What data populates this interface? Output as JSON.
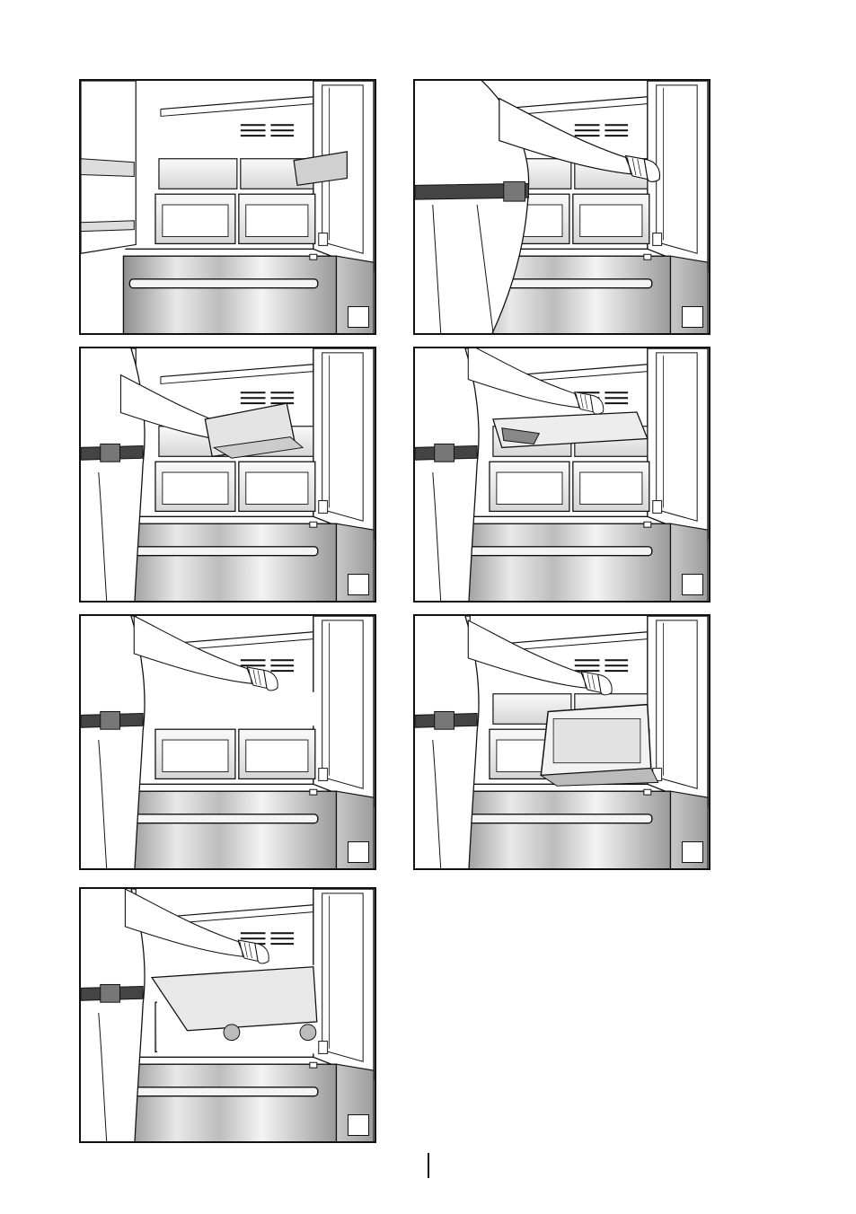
{
  "document": {
    "panels": [
      {
        "id": "panel-1",
        "step_label": ""
      },
      {
        "id": "panel-2",
        "step_label": ""
      },
      {
        "id": "panel-3",
        "step_label": ""
      },
      {
        "id": "panel-4",
        "step_label": ""
      },
      {
        "id": "panel-5",
        "step_label": ""
      },
      {
        "id": "panel-6",
        "step_label": ""
      },
      {
        "id": "panel-7",
        "step_label": ""
      }
    ],
    "colors": {
      "outline": "#111111",
      "steel_light": "#e6e6e6",
      "steel_dark": "#9a9a9a",
      "shelf_glass": "#d9d9d9",
      "drawer_fill": "#ececec"
    },
    "icons": [
      "refrigerator-illustration",
      "hand-illustration",
      "person-illustration"
    ]
  }
}
